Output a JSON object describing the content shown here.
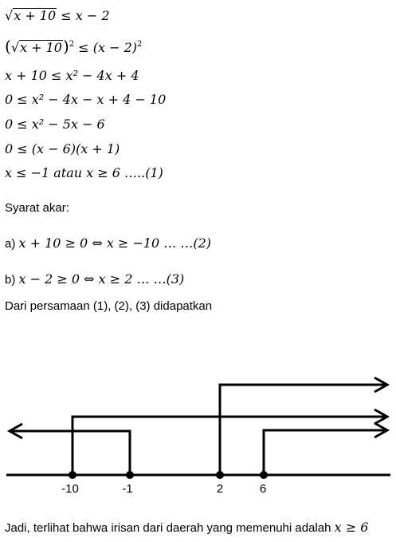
{
  "steps": {
    "s1": {
      "lhs": "x + 10",
      "rhs": " ≤ x − 2"
    },
    "s2": {
      "open": "(",
      "inner": "x + 10",
      "close": ")",
      "pow": "2",
      "rhs": " ≤ (x − 2)",
      "rpow": "2"
    },
    "s3": "x + 10 ≤ x² − 4x + 4",
    "s4": "0 ≤ x² − 4x − x + 4 − 10",
    "s5": "0 ≤ x² − 5x − 6",
    "s6": "0 ≤ (x − 6)(x + 1)",
    "s7": "x ≤ −1 atau x ≥ 6 …..(1)"
  },
  "syarat": {
    "heading": "Syarat akar:",
    "a_label": "a) ",
    "a_math": "x + 10 ≥ 0  ⇔ x ≥  −10 … …(2)",
    "b_label": "b) ",
    "b_math": "x − 2 ≥ 0  ⇔ x ≥ 2 … …(3)"
  },
  "intro": "Dari persamaan (1), (2), (3) didapatkan",
  "number_line": {
    "ticks": [
      "-10",
      "-1",
      "2",
      "6"
    ]
  },
  "conclusion": {
    "text": "Jadi, terlihat bahwa irisan dari daerah yang memenuhi adalah ",
    "math": "x ≥ 6"
  }
}
